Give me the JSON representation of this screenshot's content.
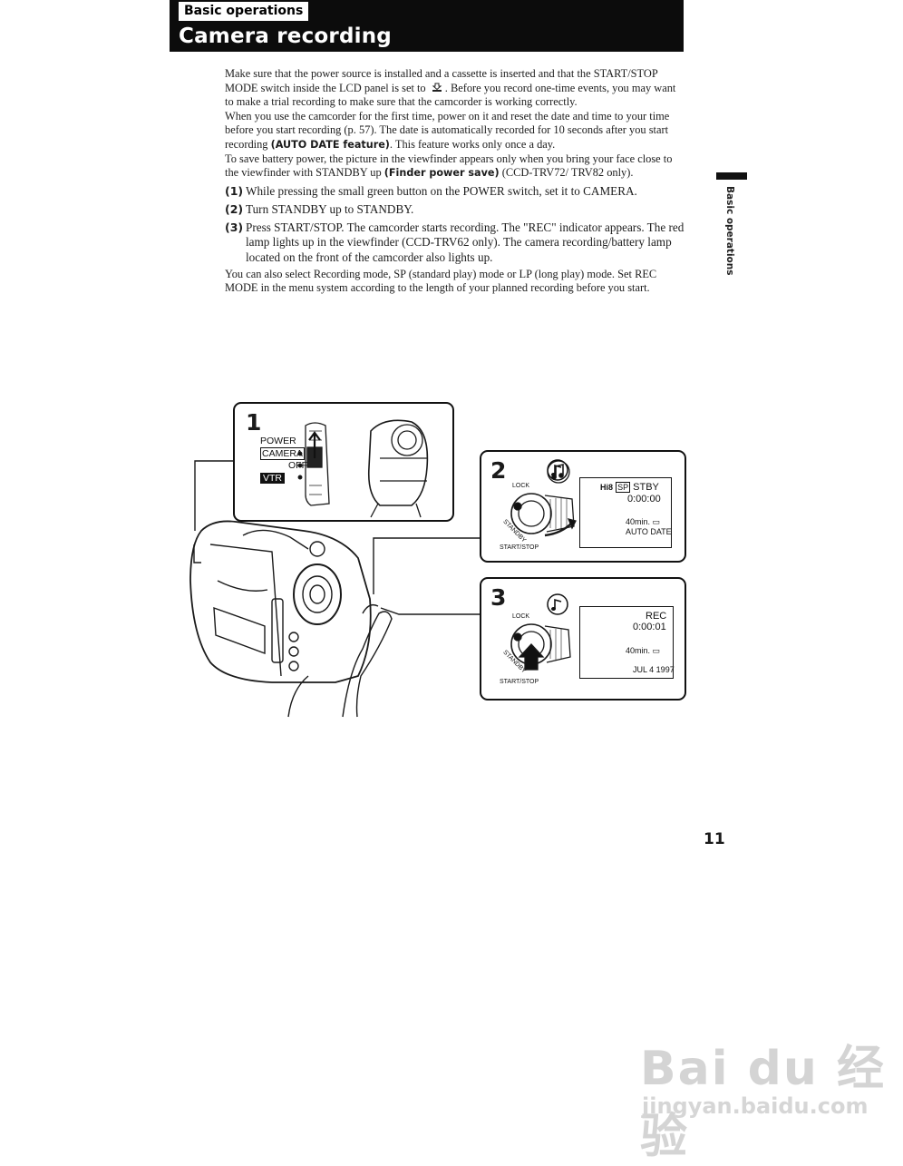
{
  "header": {
    "section": "Basic operations",
    "title": "Camera recording"
  },
  "body": {
    "intro_1a": "Make sure that the power source is installed and a cassette is inserted and that the START/STOP MODE switch inside the LCD panel is set to",
    "intro_1b": ". Before you record one-time events, you may want to make a trial recording to make sure that the camcorder is working correctly.",
    "intro_2a": "When you use the camcorder for the first time, power on it and reset the date and time to your time before you start recording (p. 57). The date is automatically recorded for 10 seconds after you start recording",
    "intro_2_bold": "(AUTO DATE feature)",
    "intro_2b": ". This feature works only once a day.",
    "intro_3a": "To save battery power, the picture in the viewfinder appears only when you bring your face close to the viewfinder with STANDBY up",
    "intro_3_bold": "(Finder power save)",
    "intro_3b": "(CCD-TRV72/ TRV82 only).",
    "steps": [
      {
        "num": "(1)",
        "text": "While pressing the small green button on the POWER switch, set it to CAMERA."
      },
      {
        "num": "(2)",
        "text": "Turn STANDBY up to STANDBY."
      },
      {
        "num": "(3)",
        "text": "Press START/STOP. The camcorder starts recording.  The \"REC\" indicator appears. The red lamp lights up in the viewfinder (CCD-TRV62 only). The camera recording/battery lamp located on the front of the camcorder also lights up."
      }
    ],
    "outro": "You can also select Recording mode, SP (standard play) mode or LP (long play) mode. Set REC MODE in the menu system according to the length of your planned recording before you start."
  },
  "side_label": "Basic operations",
  "page_number": "11",
  "figure": {
    "panel1": {
      "num": "1",
      "labels": [
        "POWER",
        "CAMERA",
        "OFF",
        "VTR"
      ]
    },
    "panel2": {
      "num": "2",
      "dial": {
        "lock": "LOCK",
        "standby": "STANDBY",
        "button": "START/STOP"
      },
      "vf": {
        "tape_mode": "Hi8",
        "speed": "SP",
        "status": "STBY",
        "time": "0:00:00",
        "remaining": "40min.",
        "extra": "AUTO DATE"
      }
    },
    "panel3": {
      "num": "3",
      "dial": {
        "lock": "LOCK",
        "standby": "STANDBY",
        "button": "START/STOP"
      },
      "vf": {
        "status": "REC",
        "time": "0:00:01",
        "remaining": "40min.",
        "date": "JUL 4 1997"
      }
    }
  },
  "watermark": {
    "logo": "Bai du 经验",
    "url": "jingyan.baidu.com"
  },
  "colors": {
    "header_bg": "#0c0c0c",
    "text": "#1a1a1a",
    "watermark": "#d4d4d4"
  }
}
